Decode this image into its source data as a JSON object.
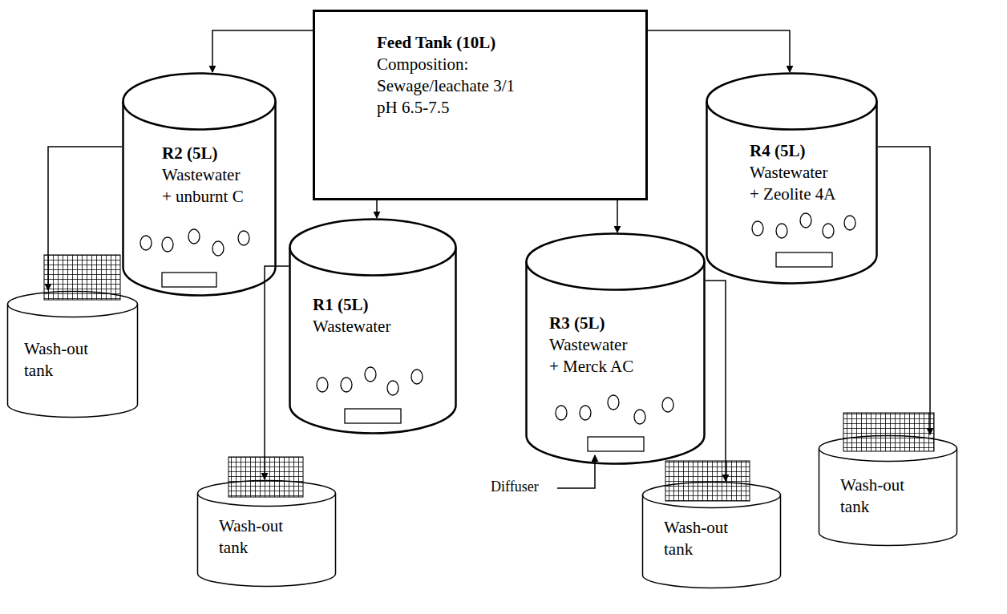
{
  "diagram": {
    "nodes": [
      {
        "text": [
          "Feed Tank (10L)",
          "Composition:",
          "Sewage/leachate 3/1",
          "pH 6.5-7.5"
        ]
      },
      {
        "text": [
          "R2 (5L)",
          "Wastewater",
          "+ unburnt C"
        ]
      },
      {
        "text": [
          "R4 (5L)",
          "Wastewater",
          "+ Zeolite 4A"
        ]
      },
      {
        "text": [
          "R1 (5L)",
          "Wastewater"
        ]
      },
      {
        "text": [
          "R3 (5L)",
          "Wastewater",
          "+ Merck AC"
        ]
      },
      {
        "text": [
          "Wash-out tank"
        ]
      },
      {
        "text": [
          "Wash-out tank"
        ]
      },
      {
        "text": [
          "Wash-out tank"
        ]
      },
      {
        "text": [
          "Wash-out tank"
        ]
      }
    ],
    "edges": [
      {
        "from": 0,
        "to": 1,
        "arrow": "to"
      },
      {
        "from": 0,
        "to": 2,
        "arrow": "to"
      },
      {
        "from": 0,
        "to": 3,
        "arrow": "to"
      },
      {
        "from": 0,
        "to": 4,
        "arrow": "to"
      },
      {
        "from": 1,
        "to": 5,
        "arrow": "to"
      },
      {
        "from": 3,
        "to": 6,
        "arrow": "to"
      },
      {
        "from": 4,
        "to": 7,
        "arrow": "to"
      },
      {
        "from": 2,
        "to": 8,
        "arrow": "to"
      }
    ],
    "labels": [
      "Diffuser"
    ]
  }
}
